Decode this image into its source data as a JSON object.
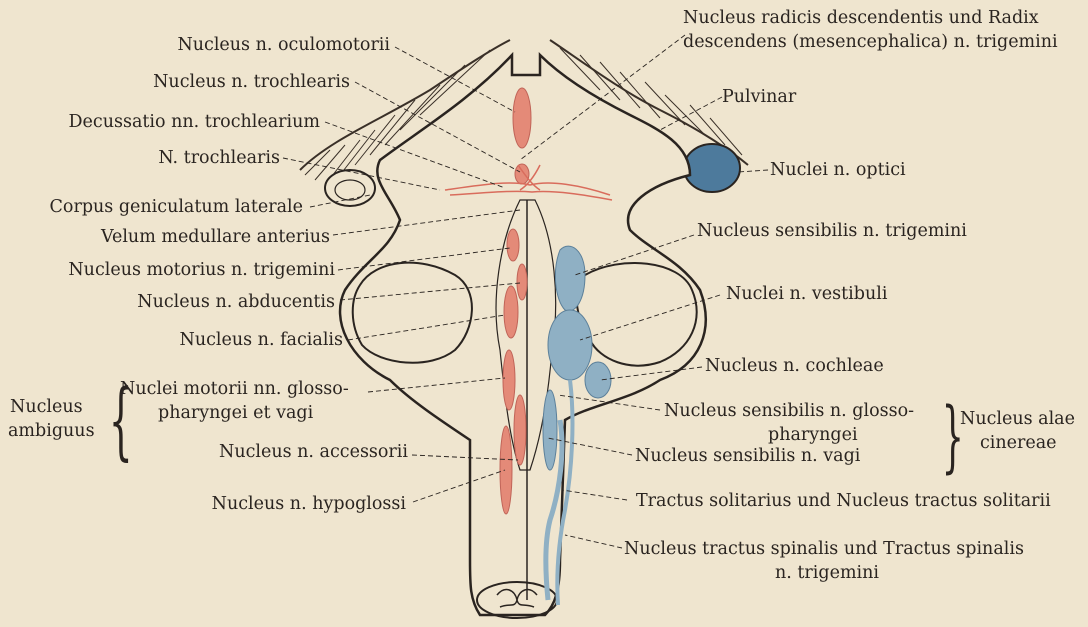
{
  "labels": {
    "oculomotorii": "Nucleus n. oculomotorii",
    "trochlearis_nucleus": "Nucleus n. trochlearis",
    "decussatio": "Decussatio nn. trochlearium",
    "trochlearis_nerve": "N. trochlearis",
    "geniculatum": "Corpus geniculatum laterale",
    "velum": "Velum medullare anterius",
    "motorius_trigemini": "Nucleus motorius n. trigemini",
    "abducentis": "Nucleus n. abducentis",
    "facialis": "Nucleus n. facialis",
    "motorii_glosso_1": "Nuclei motorii nn. glosso-",
    "motorii_glosso_2": "pharyngei et vagi",
    "ambiguus_1": "Nucleus",
    "ambiguus_2": "ambiguus",
    "accessorii": "Nucleus n. accessorii",
    "hypoglossi": "Nucleus n. hypoglossi",
    "radicis_1": "Nucleus radicis descendentis und Radix",
    "radicis_2": "descendens (mesencephalica) n. trigemini",
    "pulvinar": "Pulvinar",
    "optici": "Nuclei n. optici",
    "sensibilis_trigemini": "Nucleus sensibilis n. trigemini",
    "vestibuli": "Nuclei n. vestibuli",
    "cochleae": "Nucleus n. cochleae",
    "sensibilis_glosso_1": "Nucleus sensibilis n. glosso-",
    "sensibilis_glosso_2": "pharyngei",
    "sensibilis_vagi": "Nucleus sensibilis n. vagi",
    "alae_1": "Nucleus alae",
    "alae_2": "cinereae",
    "solitarius": "Tractus solitarius und Nucleus tractus solitarii",
    "spinalis_1": "Nucleus tractus spinalis und Tractus spinalis",
    "spinalis_2": "n. trigemini"
  },
  "colors": {
    "background": "#efe5cf",
    "outline": "#2a2420",
    "motor_nuclei": "#e48a78",
    "sensory_nuclei": "#8fb0c4",
    "optic_nucleus": "#4d7a9c"
  }
}
